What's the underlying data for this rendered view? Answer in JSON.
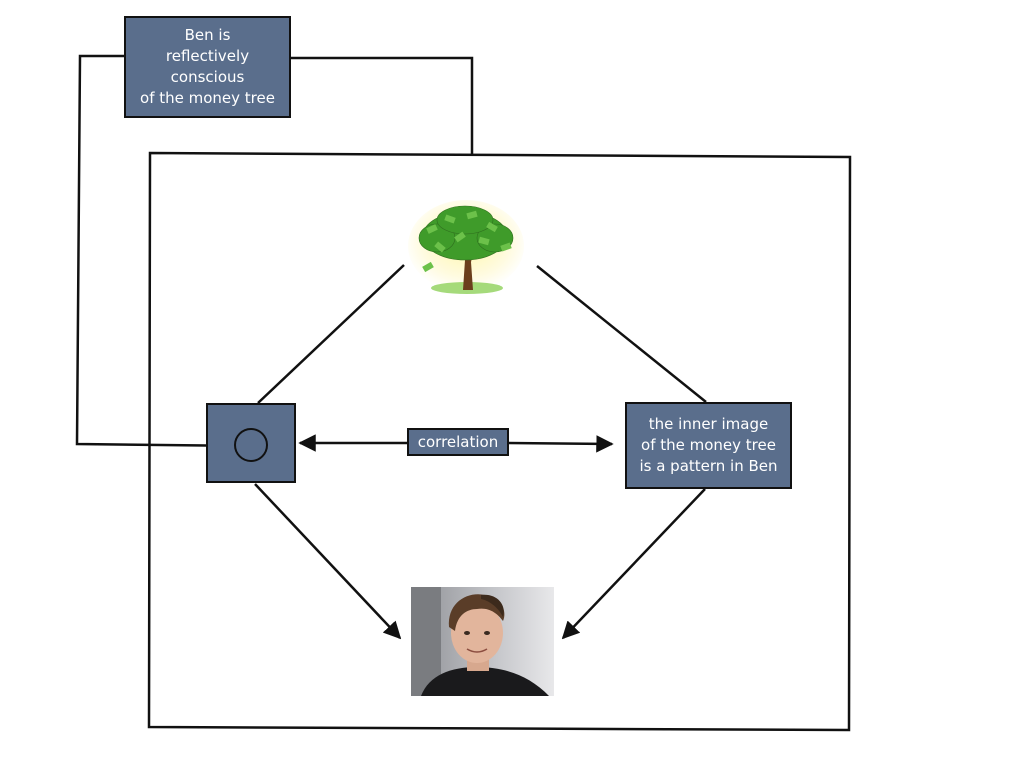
{
  "colors": {
    "box_fill": "#5a6e8c",
    "line": "#111111",
    "text": "#ffffff"
  },
  "top_box": {
    "lines": [
      "Ben is",
      "reflectively",
      "conscious",
      "of the money tree"
    ]
  },
  "right_box": {
    "lines": [
      "the inner image",
      "of the money tree",
      "is a pattern in Ben"
    ]
  },
  "correlation_label": "correlation",
  "images": {
    "tree": "money-tree-illustration",
    "photo": "photo-of-ben"
  }
}
